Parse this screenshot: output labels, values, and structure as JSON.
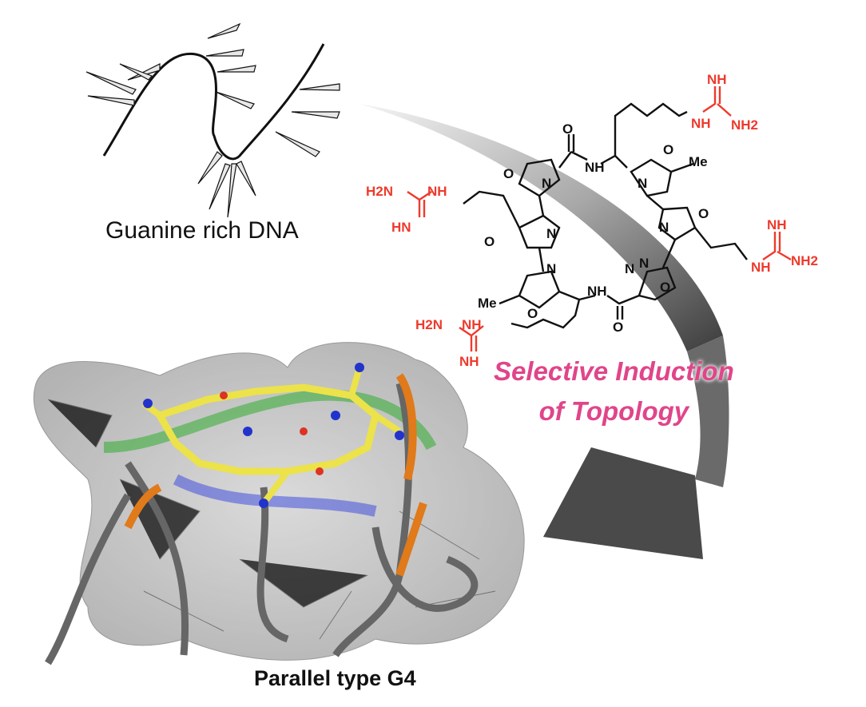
{
  "labels": {
    "dna": "Guanine rich DNA",
    "topology_line1": "Selective Induction",
    "topology_line2": "of Topology",
    "g4": "Parallel type G4"
  },
  "molecule": {
    "atoms": [
      "O",
      "NH",
      "O",
      "N",
      "O",
      "N",
      "Me",
      "N",
      "O",
      "N",
      "O",
      "N",
      "Me",
      "O",
      "N",
      "NH",
      "O",
      "N",
      "O",
      "NH",
      "NH2",
      "NH",
      "H2N",
      "NH",
      "HN",
      "NH",
      "NH2",
      "NH",
      "H2N",
      "NH",
      "NH"
    ]
  },
  "colors": {
    "accent_pink": "#e0458a",
    "guanidine_red": "#ee3a2c",
    "arrow_gray": "#555555"
  }
}
